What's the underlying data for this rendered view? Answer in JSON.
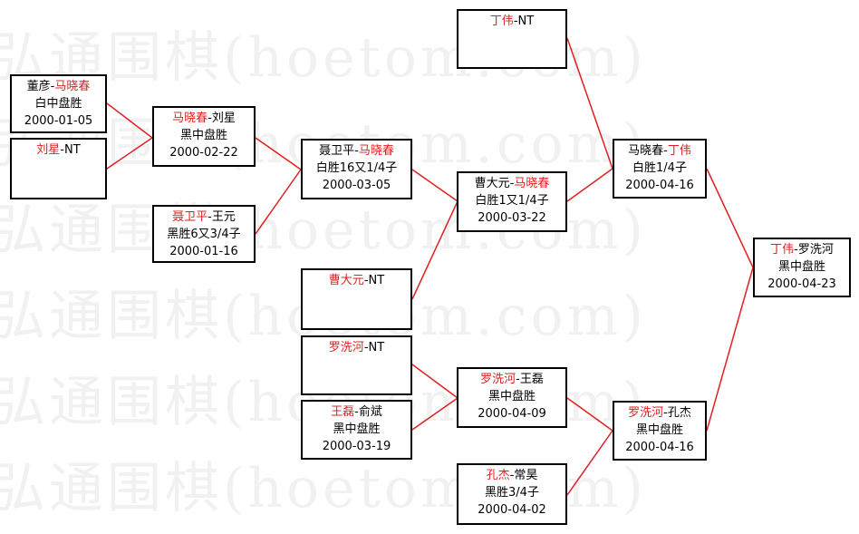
{
  "watermark": "弘通围棋(hoetom.com)",
  "colors": {
    "winner": "#e02020",
    "line": "#e02020",
    "border": "#000000"
  },
  "matches": {
    "m1": {
      "p1": "董彦",
      "p2": "马晓春",
      "winner": 2,
      "result": "白中盘胜",
      "date": "2000-01-05"
    },
    "m2": {
      "p1": "刘星",
      "p2": "NT",
      "winner": 1,
      "result": "",
      "date": ""
    },
    "m3": {
      "p1": "马晓春",
      "p2": "刘星",
      "winner": 1,
      "result": "黑中盘胜",
      "date": "2000-02-22"
    },
    "m4": {
      "p1": "聂卫平",
      "p2": "王元",
      "winner": 1,
      "result": "黑胜6又3/4子",
      "date": "2000-01-16"
    },
    "m5": {
      "p1": "聂卫平",
      "p2": "马晓春",
      "winner": 2,
      "result": "白胜16又1/4子",
      "date": "2000-03-05"
    },
    "m6": {
      "p1": "曹大元",
      "p2": "NT",
      "winner": 1,
      "result": "",
      "date": ""
    },
    "m7": {
      "p1": "罗洗河",
      "p2": "NT",
      "winner": 1,
      "result": "",
      "date": ""
    },
    "m8": {
      "p1": "王磊",
      "p2": "俞斌",
      "winner": 1,
      "result": "黑中盘胜",
      "date": "2000-03-19"
    },
    "m9": {
      "p1": "丁伟",
      "p2": "NT",
      "winner": 1,
      "result": "",
      "date": ""
    },
    "m10": {
      "p1": "曹大元",
      "p2": "马晓春",
      "winner": 2,
      "result": "白胜1又1/4子",
      "date": "2000-03-22"
    },
    "m11": {
      "p1": "罗洗河",
      "p2": "王磊",
      "winner": 1,
      "result": "黑中盘胜",
      "date": "2000-04-09"
    },
    "m12": {
      "p1": "孔杰",
      "p2": "常昊",
      "winner": 1,
      "result": "黑胜3/4子",
      "date": "2000-04-02"
    },
    "m13": {
      "p1": "马晓春",
      "p2": "丁伟",
      "winner": 2,
      "result": "白胜1/4子",
      "date": "2000-04-16"
    },
    "m14": {
      "p1": "罗洗河",
      "p2": "孔杰",
      "winner": 1,
      "result": "黑中盘胜",
      "date": "2000-04-16"
    },
    "m15": {
      "p1": "丁伟",
      "p2": "罗洗河",
      "winner": 1,
      "result": "黑中盘胜",
      "date": "2000-04-23"
    }
  }
}
